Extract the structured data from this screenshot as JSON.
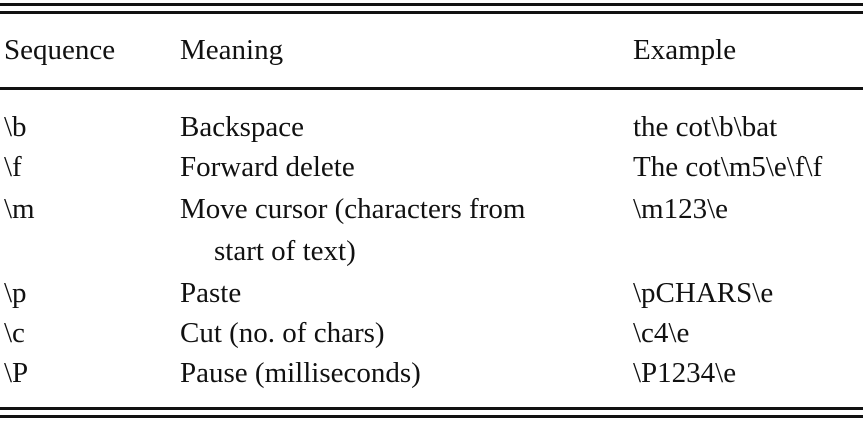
{
  "table": {
    "headers": [
      "Sequence",
      "Meaning",
      "Example"
    ],
    "rows": [
      {
        "sequence": "\\b",
        "meaning": "Backspace",
        "example": "the cot\\b\\bat"
      },
      {
        "sequence": "\\f",
        "meaning": "Forward delete",
        "example": "The cot\\m5\\e\\f\\f"
      },
      {
        "sequence": "\\m",
        "meaning": "Move cursor (characters from",
        "meaning_cont": "start of text)",
        "example": "\\m123\\e"
      },
      {
        "sequence": "\\p",
        "meaning": "Paste",
        "example": "\\pCHARS\\e"
      },
      {
        "sequence": "\\c",
        "meaning": "Cut (no. of chars)",
        "example": "\\c4\\e"
      },
      {
        "sequence": "\\P",
        "meaning": "Pause (milliseconds)",
        "example": "\\P1234\\e"
      }
    ]
  }
}
